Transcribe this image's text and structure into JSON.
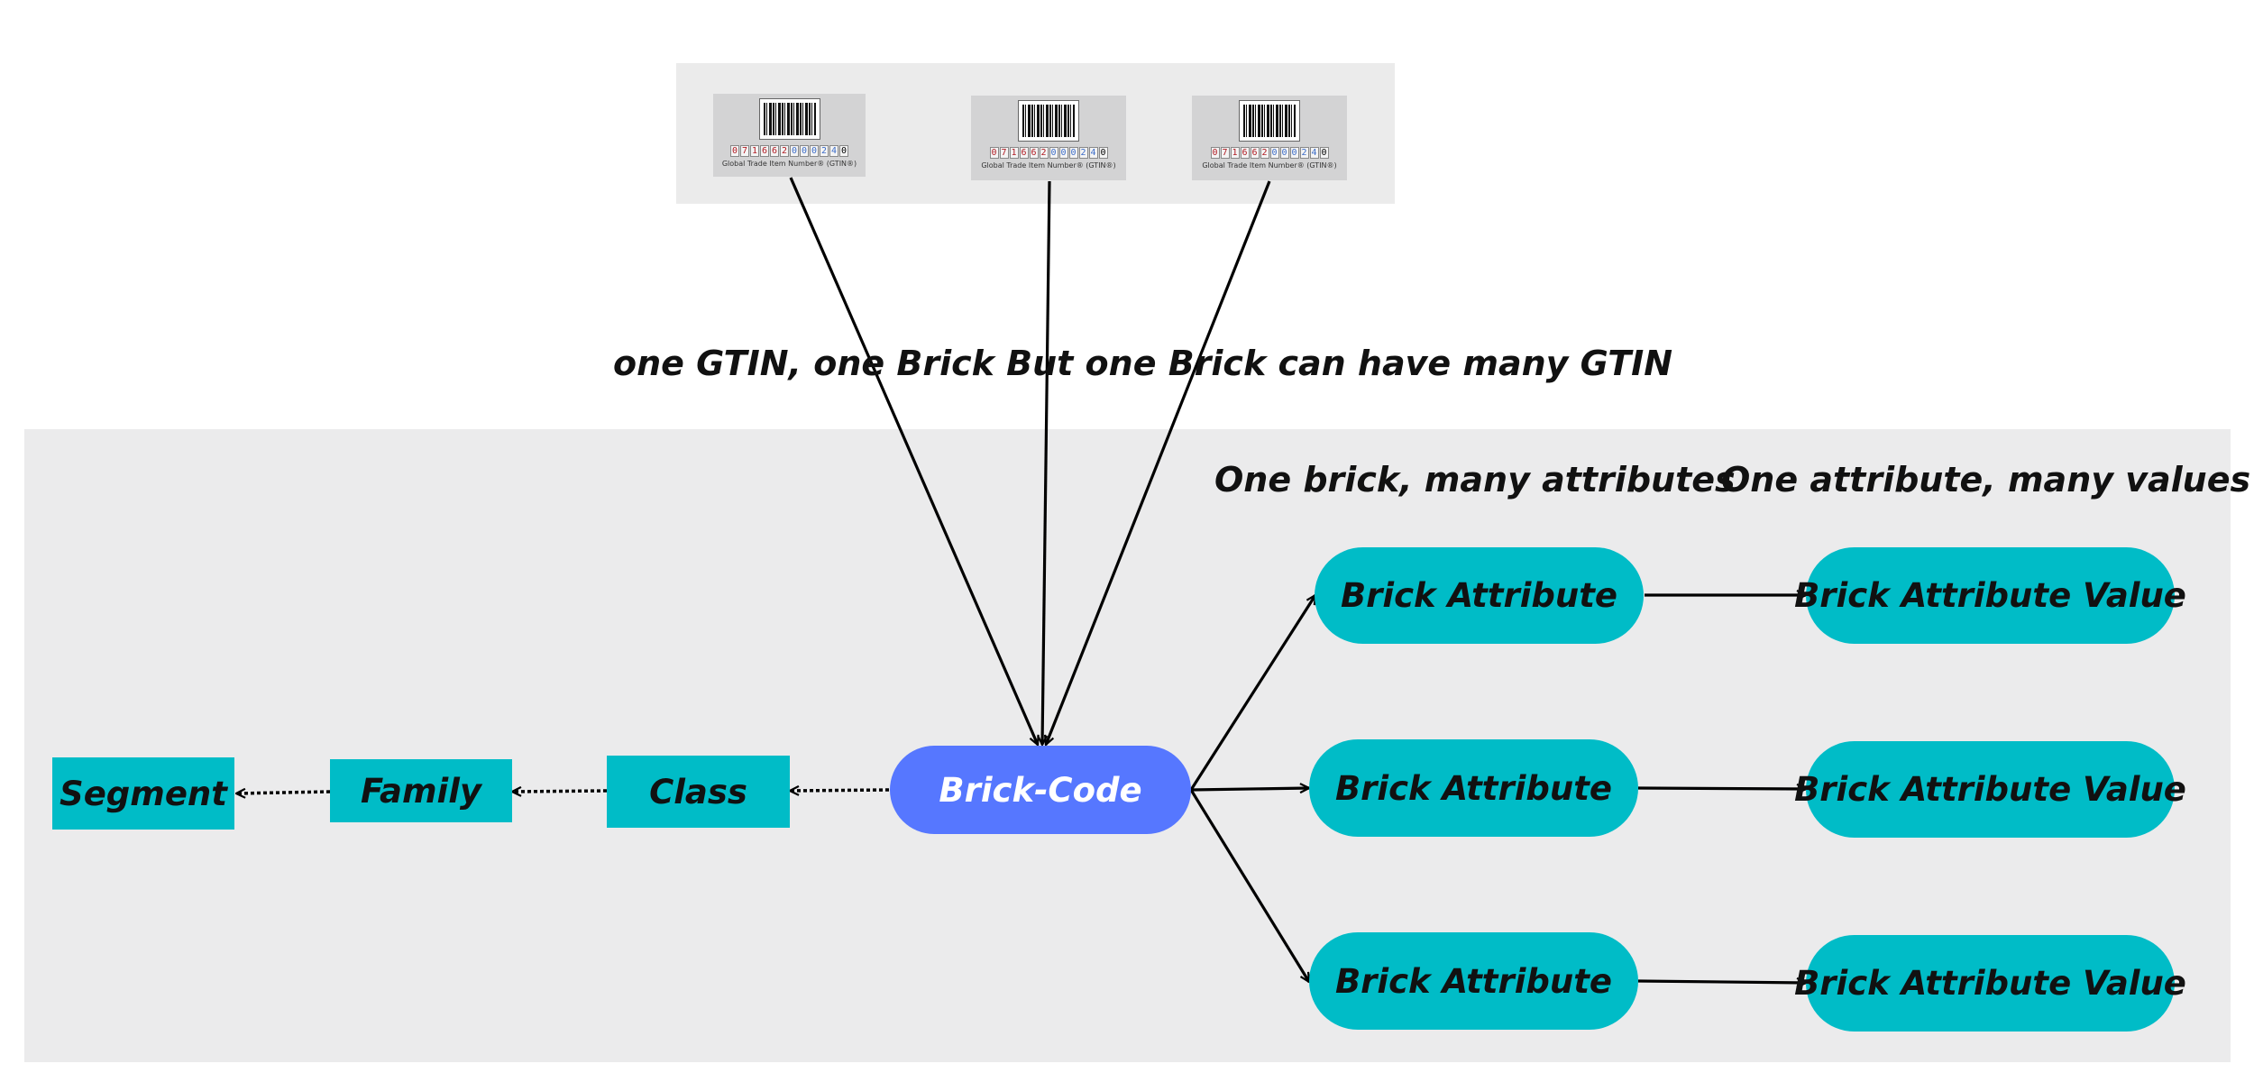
{
  "gtin": {
    "caption": "Global Trade Item Number® (GTIN®)",
    "digits": [
      {
        "d": "0",
        "c": "r"
      },
      {
        "d": "7",
        "c": "r"
      },
      {
        "d": "1",
        "c": "r"
      },
      {
        "d": "6",
        "c": "r"
      },
      {
        "d": "6",
        "c": "r"
      },
      {
        "d": "2",
        "c": "r"
      },
      {
        "d": "0",
        "c": "b"
      },
      {
        "d": "0",
        "c": "b"
      },
      {
        "d": "0",
        "c": "b"
      },
      {
        "d": "2",
        "c": "b"
      },
      {
        "d": "4",
        "c": "b"
      },
      {
        "d": "0",
        "c": "k"
      }
    ]
  },
  "captions": {
    "gtin_relation": "one GTIN, one Brick But  one Brick can have many GTIN",
    "brick_attributes": "One brick, many attributes",
    "attribute_values": "One attribute, many values"
  },
  "nodes": {
    "segment": "Segment",
    "family": "Family",
    "class": "Class",
    "brick_code": "Brick-Code",
    "attributes": [
      "Brick Attribute",
      "Brick Attribute",
      "Brick Attribute"
    ],
    "values": [
      "Brick Attribute Value",
      "Brick Attribute Value",
      "Brick Attribute Value"
    ]
  },
  "colors": {
    "node_teal": "#00bcc7",
    "brick_code_blue": "#5677ff",
    "panel_gray": "#ebebec"
  }
}
